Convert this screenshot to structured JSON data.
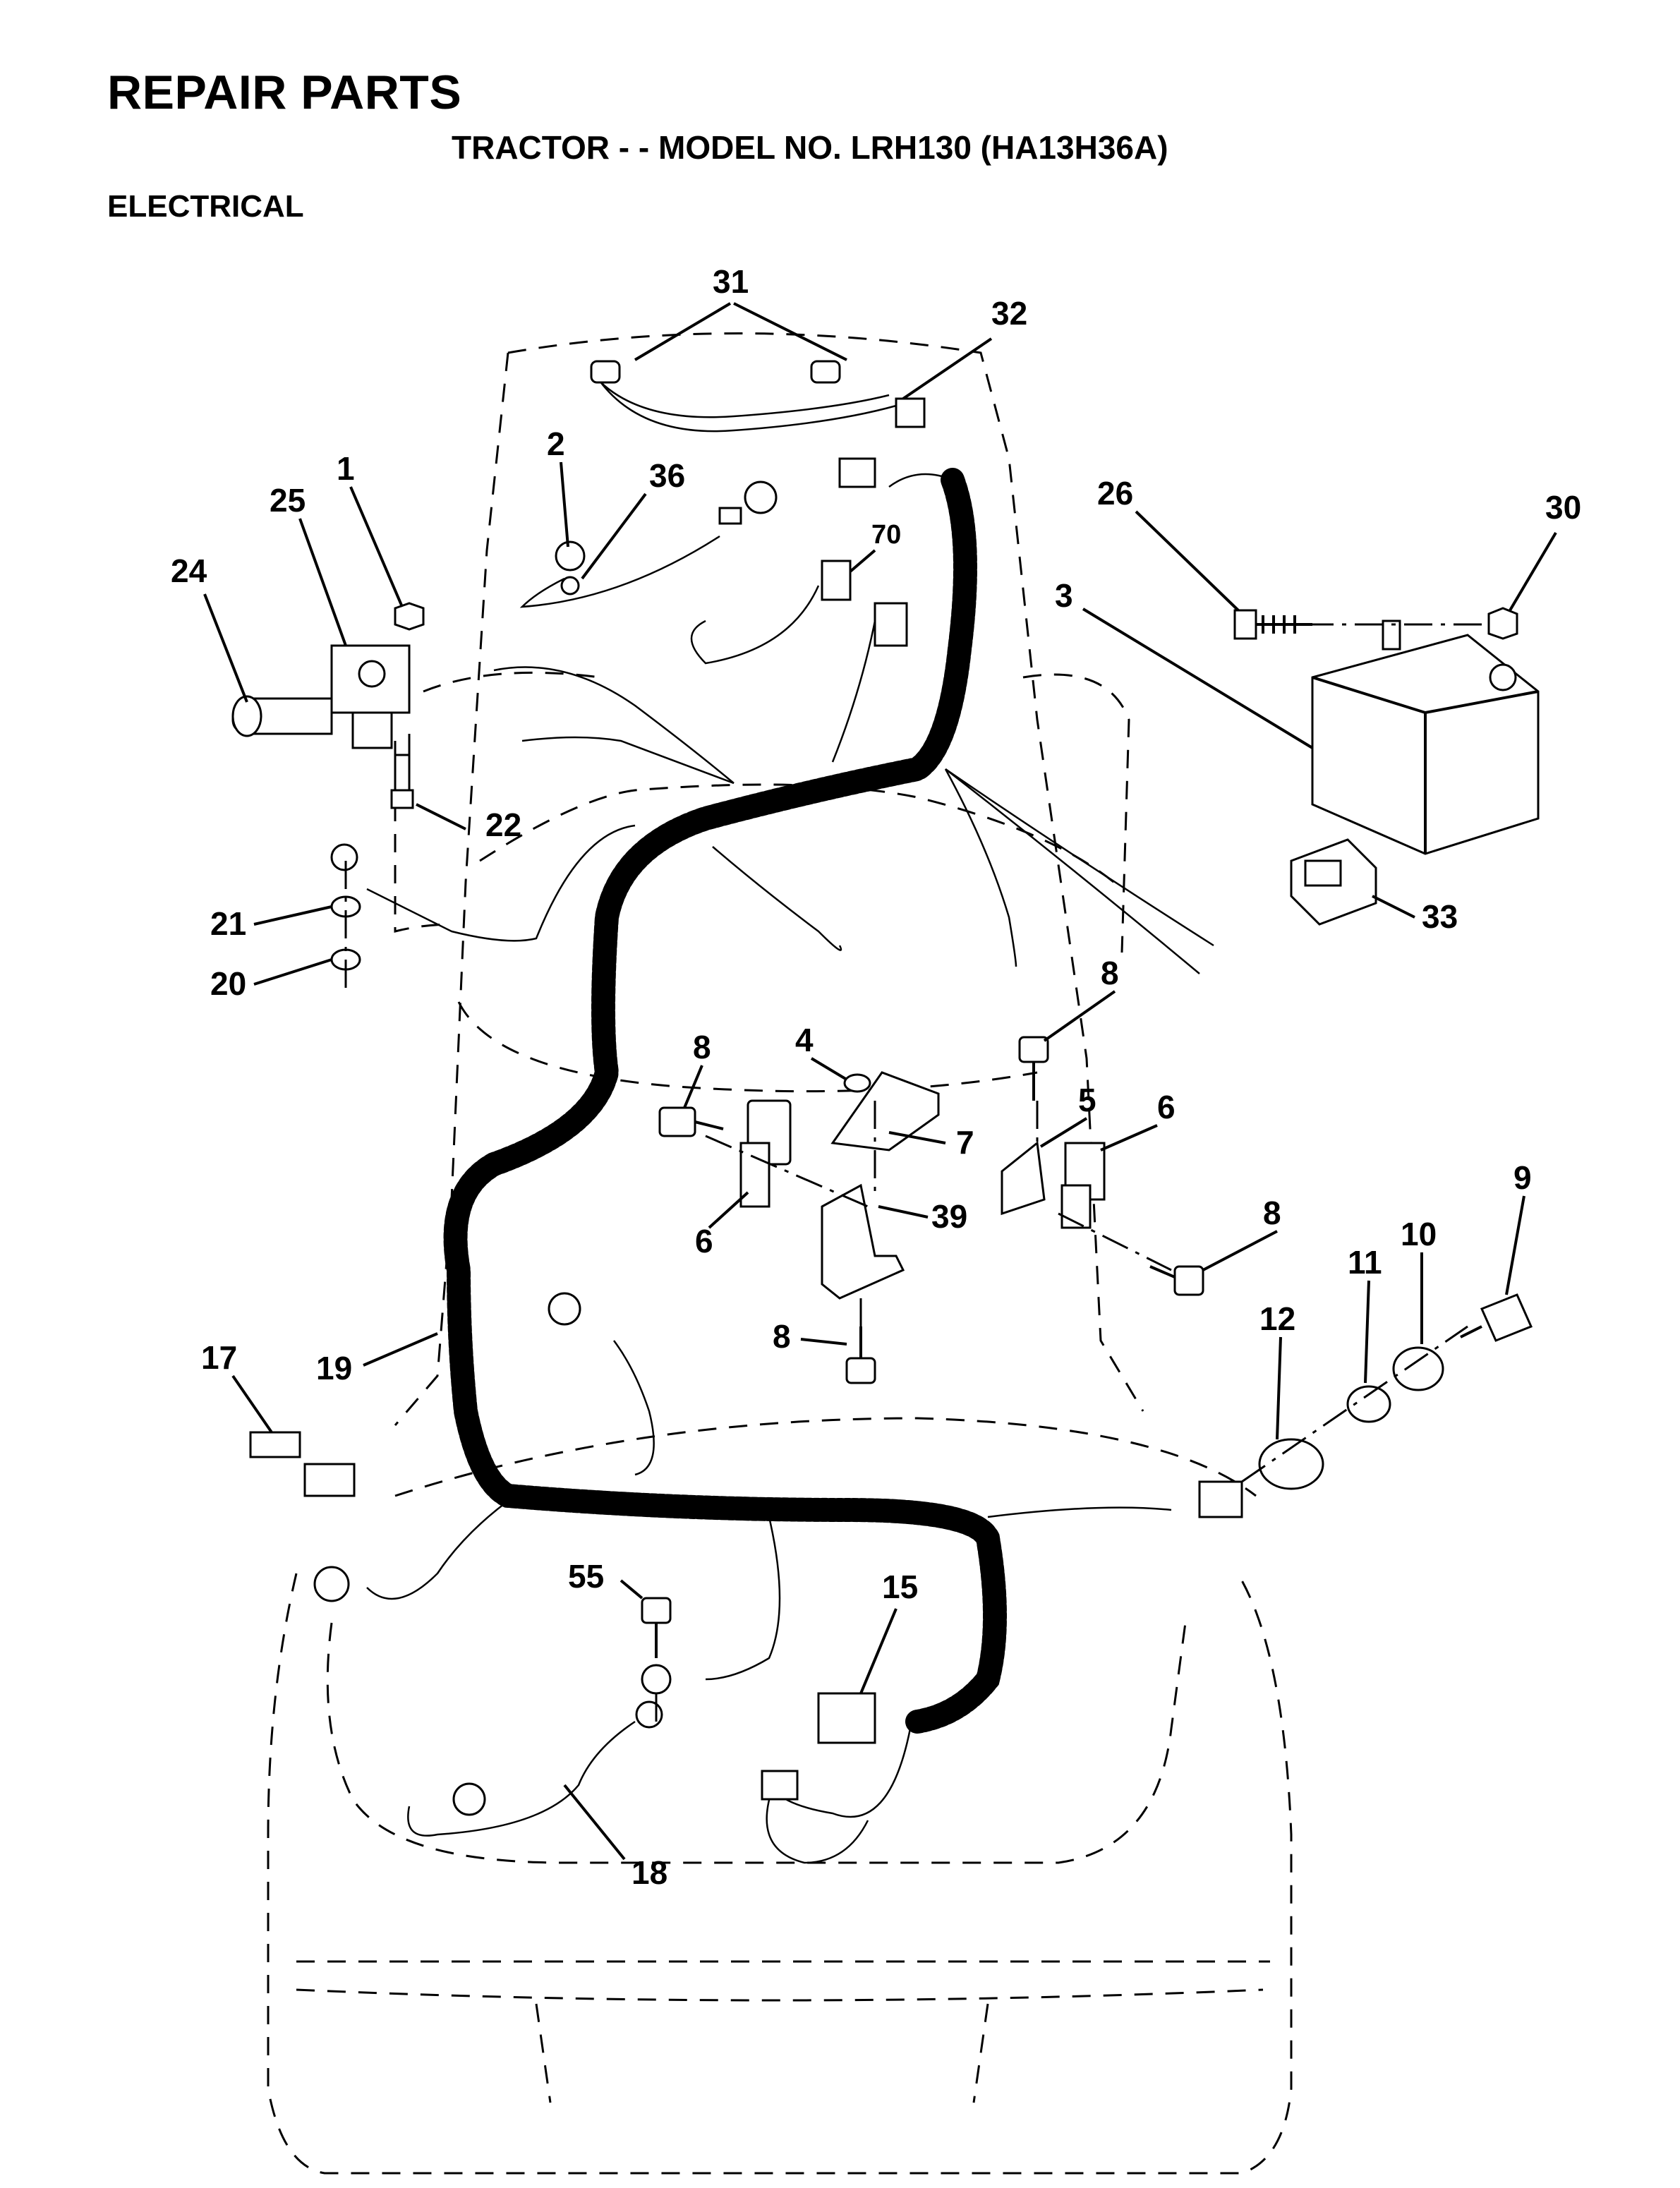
{
  "header": {
    "title": "REPAIR PARTS",
    "subtitle": "TRACTOR - - MODEL NO. LRH130 (HA13H36A)",
    "section": "ELECTRICAL"
  },
  "callouts": [
    "31",
    "32",
    "2",
    "36",
    "70",
    "1",
    "25",
    "24",
    "26",
    "30",
    "3",
    "22",
    "21",
    "20",
    "33",
    "8",
    "4",
    "7",
    "5",
    "6",
    "39",
    "9",
    "10",
    "11",
    "12",
    "17",
    "19",
    "55",
    "15",
    "18"
  ]
}
